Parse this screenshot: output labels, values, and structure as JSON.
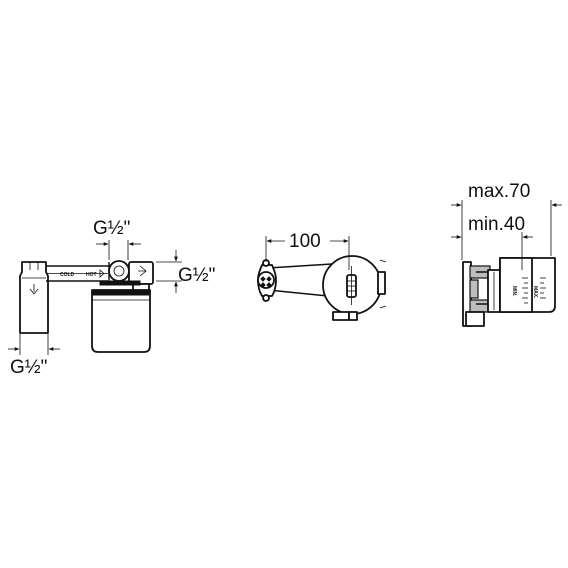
{
  "dimensions": {
    "left_top_thread": "G½\"",
    "left_side_thread": "G½\"",
    "left_bottom_thread": "G½\"",
    "middle_width": "100",
    "right_max": "max.70",
    "right_min": "min.40"
  },
  "markings": {
    "cold": "COLD",
    "hot": "HOT",
    "min": "MIN.",
    "max": "MAX."
  }
}
